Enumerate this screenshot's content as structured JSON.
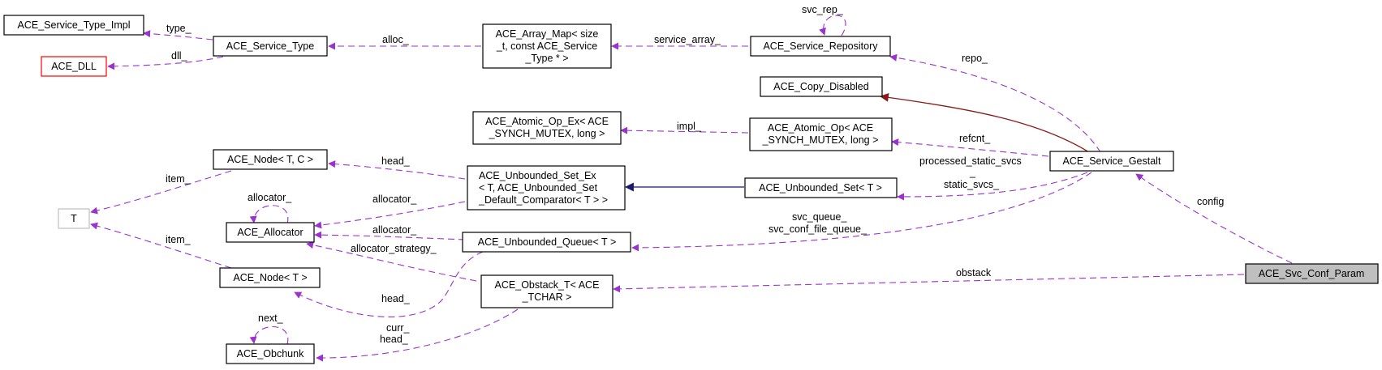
{
  "title": "Collaboration diagram for ACE_Svc_Conf_Param",
  "colors": {
    "usage_edge": "#9a32cd",
    "public_inheritance": "#191970",
    "private_inheritance": "#8b1a1a",
    "focus_fill": "#bfbfbf",
    "undocumented_border": "#ff0000",
    "template_param_border": "#bfbfbf"
  },
  "nodes": {
    "service_type_impl": {
      "lines": [
        "ACE_Service_Type_Impl"
      ]
    },
    "dll": {
      "lines": [
        "ACE_DLL"
      ]
    },
    "service_type": {
      "lines": [
        "ACE_Service_Type"
      ]
    },
    "array_map": {
      "lines": [
        "ACE_Array_Map< size",
        "_t, const ACE_Service",
        "_Type * >"
      ]
    },
    "service_repository": {
      "lines": [
        "ACE_Service_Repository"
      ]
    },
    "copy_disabled": {
      "lines": [
        "ACE_Copy_Disabled"
      ]
    },
    "atomic_op_ex": {
      "lines": [
        "ACE_Atomic_Op_Ex< ACE",
        "_SYNCH_MUTEX, long >"
      ]
    },
    "atomic_op": {
      "lines": [
        "ACE_Atomic_Op< ACE",
        "_SYNCH_MUTEX, long >"
      ]
    },
    "node_tc": {
      "lines": [
        "ACE_Node< T, C >"
      ]
    },
    "t": {
      "lines": [
        "T"
      ]
    },
    "unbounded_set_ex": {
      "lines": [
        "ACE_Unbounded_Set_Ex",
        "< T, ACE_Unbounded_Set",
        "_Default_Comparator< T > >"
      ]
    },
    "unbounded_set": {
      "lines": [
        "ACE_Unbounded_Set< T >"
      ]
    },
    "service_gestalt": {
      "lines": [
        "ACE_Service_Gestalt"
      ]
    },
    "allocator": {
      "lines": [
        "ACE_Allocator"
      ]
    },
    "unbounded_queue": {
      "lines": [
        "ACE_Unbounded_Queue< T >"
      ]
    },
    "node_t": {
      "lines": [
        "ACE_Node< T >"
      ]
    },
    "obstack": {
      "lines": [
        "ACE_Obstack_T< ACE",
        "_TCHAR >"
      ]
    },
    "svc_conf_param": {
      "lines": [
        "ACE_Svc_Conf_Param"
      ]
    },
    "obchunk": {
      "lines": [
        "ACE_Obchunk"
      ]
    }
  },
  "edge_labels": {
    "type": [
      "type_"
    ],
    "dll": [
      "dll_"
    ],
    "alloc": [
      "alloc_"
    ],
    "service_array": [
      "service_array_"
    ],
    "svc_rep": [
      "svc_rep_"
    ],
    "repo": [
      "repo_"
    ],
    "impl": [
      "impl_"
    ],
    "refcnt": [
      "refcnt_"
    ],
    "static_svcs": [
      "processed_static_svcs",
      "_",
      "static_svcs_"
    ],
    "item_nodetc": [
      "item_"
    ],
    "head_nodetc": [
      "head_"
    ],
    "allocator_self": [
      "allocator_"
    ],
    "allocator_set": [
      "allocator_"
    ],
    "allocator_queue": [
      "allocator_"
    ],
    "allocator_strategy": [
      "allocator_strategy_"
    ],
    "svc_queue": [
      "svc_queue_",
      "svc_conf_file_queue_"
    ],
    "config": [
      "config"
    ],
    "item_nodet": [
      "item_"
    ],
    "head_nodet": [
      "head_"
    ],
    "obstack": [
      "obstack"
    ],
    "next": [
      "next_"
    ],
    "curr_head": [
      "curr_",
      "head_"
    ]
  }
}
